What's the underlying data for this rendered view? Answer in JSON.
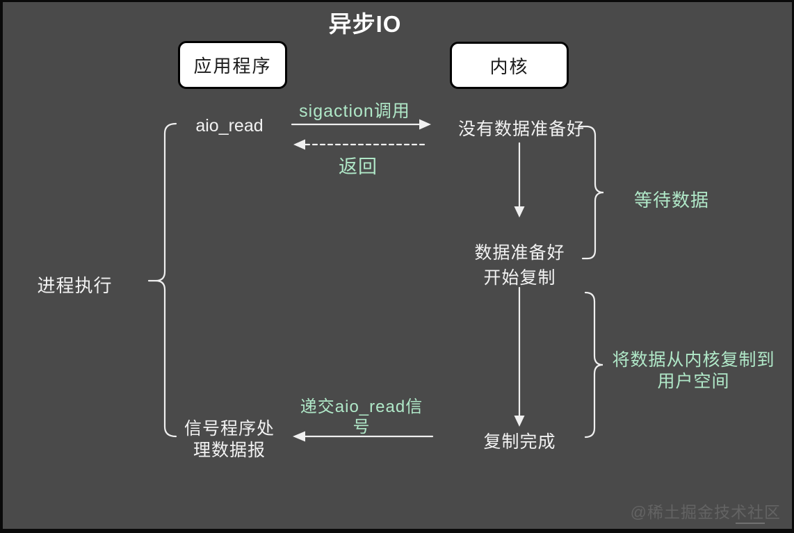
{
  "page": {
    "title": "异步IO",
    "watermark": "@稀土掘金技术社区"
  },
  "boxes": {
    "application": "应用程序",
    "kernel": "内核"
  },
  "left_column": {
    "process_label": "进程执行",
    "aio_read": "aio_read",
    "signal_handler_lines": [
      "信号程序处",
      "理数据报"
    ]
  },
  "kernel_column": {
    "no_data": "没有数据准备好",
    "data_ready_lines": [
      "数据准备好",
      "开始复制"
    ],
    "copy_done": "复制完成"
  },
  "arrow_labels": {
    "sigaction_call": "sigaction调用",
    "return": "返回",
    "deliver_signal_lines": [
      "递交aio_read信",
      "号"
    ]
  },
  "brace_labels": {
    "wait_data": "等待数据",
    "copy_to_user_lines": [
      "将数据从内核复制到",
      "用户空间"
    ]
  },
  "colors": {
    "background": "#4a4a4a",
    "text": "#f2f2f2",
    "accent_green": "#b0e8c8",
    "line": "#f0f0f0",
    "box_bg": "#ffffff",
    "box_text": "#1a1a1a"
  }
}
